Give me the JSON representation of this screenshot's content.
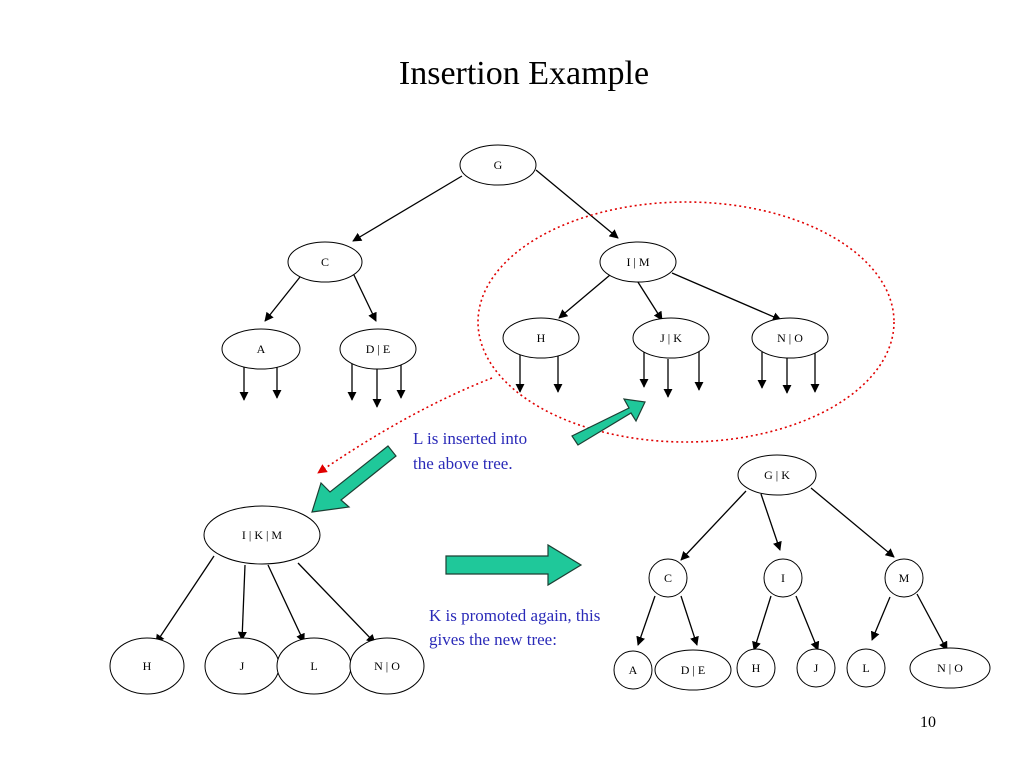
{
  "slide": {
    "title": "Insertion Example",
    "page_number": "10",
    "note_inserted_line1": "L is inserted into",
    "note_inserted_line2": "the above tree.",
    "note_promoted_line1": "K is promoted again, this",
    "note_promoted_line2": "gives the new tree:"
  },
  "original_tree": {
    "root": "G",
    "left": "C",
    "left_children": [
      "A",
      "D | E"
    ],
    "right": "I | M",
    "right_children": [
      "H",
      "J | K",
      "N | O"
    ]
  },
  "intermediate_tree": {
    "root": "I | K | M",
    "children": [
      "H",
      "J",
      "L",
      "N | O"
    ]
  },
  "result_tree": {
    "root": "G | K",
    "middle": [
      "C",
      "I",
      "M"
    ],
    "leaves": [
      "A",
      "D | E",
      "H",
      "J",
      "L",
      "N | O"
    ]
  },
  "colors": {
    "highlight_circle": "#e00000",
    "big_arrow_fill": "#1fc89a",
    "note_text": "#2a2ab8"
  }
}
